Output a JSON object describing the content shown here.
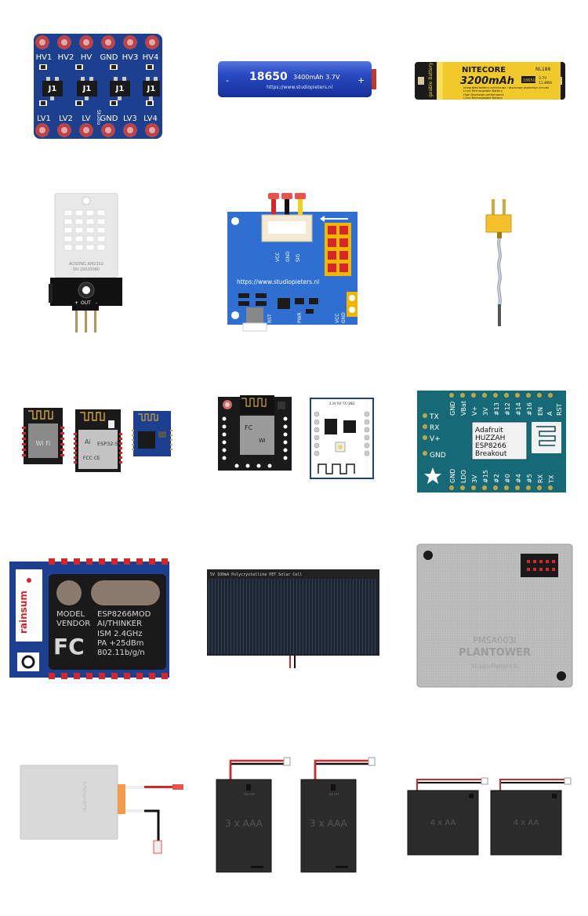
{
  "level_shifter": {
    "top_pins": [
      "HV1",
      "HV2",
      "HV",
      "GND",
      "HV3",
      "HV4"
    ],
    "bottom_pins": [
      "LV1",
      "LV2",
      "LV",
      "GND",
      "LV3",
      "LV4"
    ],
    "chip_labels": [
      "J1",
      "J1",
      "J1",
      "J1"
    ],
    "brand": "Studio"
  },
  "battery_18650": {
    "model": "18650",
    "spec": "3400mAh  3.7V",
    "url": "https://www.studiopieters.nl",
    "minus": "-",
    "plus": "+"
  },
  "nitecore": {
    "brand": "NITECORE",
    "capacity": "3200mAh",
    "model": "NL188",
    "side_text": "geable Battery",
    "badge": "18650",
    "v1": "3.7V",
    "v2": "11.8Wh",
    "line1": "Integrated battery overcharge / discharge protection circuits",
    "line2": "Li-ion Rechargeable Battery",
    "line3": "High Discharge performance",
    "line4": "Li-ion Rechargeable Battery"
  },
  "dht22": {
    "label1": "AOSONG AM2302",
    "label2": "SN:19020080",
    "pins": [
      "+",
      "OUT",
      "-"
    ]
  },
  "relay_board": {
    "pins": [
      "VCC",
      "GND",
      "SIG"
    ],
    "url": "https://www.studiopieters.nl",
    "labels": [
      "RST",
      "PWR",
      "VCC",
      "GND"
    ]
  },
  "esp32_group": {
    "label": "ESP32-S"
  },
  "esp_programmer": {
    "top": "3.3V RX  TX  GND"
  },
  "huzzah": {
    "left_pins": [
      "TX",
      "RX",
      "V+",
      "GND"
    ],
    "top_pins": [
      "GND",
      "VBat",
      "V+",
      "3V",
      "#13",
      "#12",
      "#14",
      "#16",
      "EN",
      "A",
      "RST"
    ],
    "bottom_pins": [
      "GND",
      "LDO",
      "3V",
      "#15",
      "#2",
      "#0",
      "#4",
      "#5",
      "RX",
      "TX"
    ],
    "title": [
      "Adafruit",
      "HUZZAH",
      "ESP8266",
      "Breakout"
    ]
  },
  "esp8266mod": {
    "brand": "rainsum",
    "lines": [
      "MODEL",
      "VENDOR",
      "ESP8266MOD",
      "AI/THINKER",
      "ISM 2.4GHz",
      "PA  +25dBm",
      "802.11b/g/n"
    ],
    "fc": "FC"
  },
  "solar_cell": {
    "title": "5V 100mA Polycrystalline PET Solar Cell"
  },
  "pmsa003": {
    "model": "PMSA003I",
    "brand": "PLANTOWER",
    "footer": "StudioPieters®"
  },
  "heater": {
    "label": "StudioPieters"
  },
  "aaa_boxes": {
    "label": "3 x AAA",
    "switch": "ON OFF"
  },
  "aa_boxes": {
    "label": "4 x AA"
  }
}
